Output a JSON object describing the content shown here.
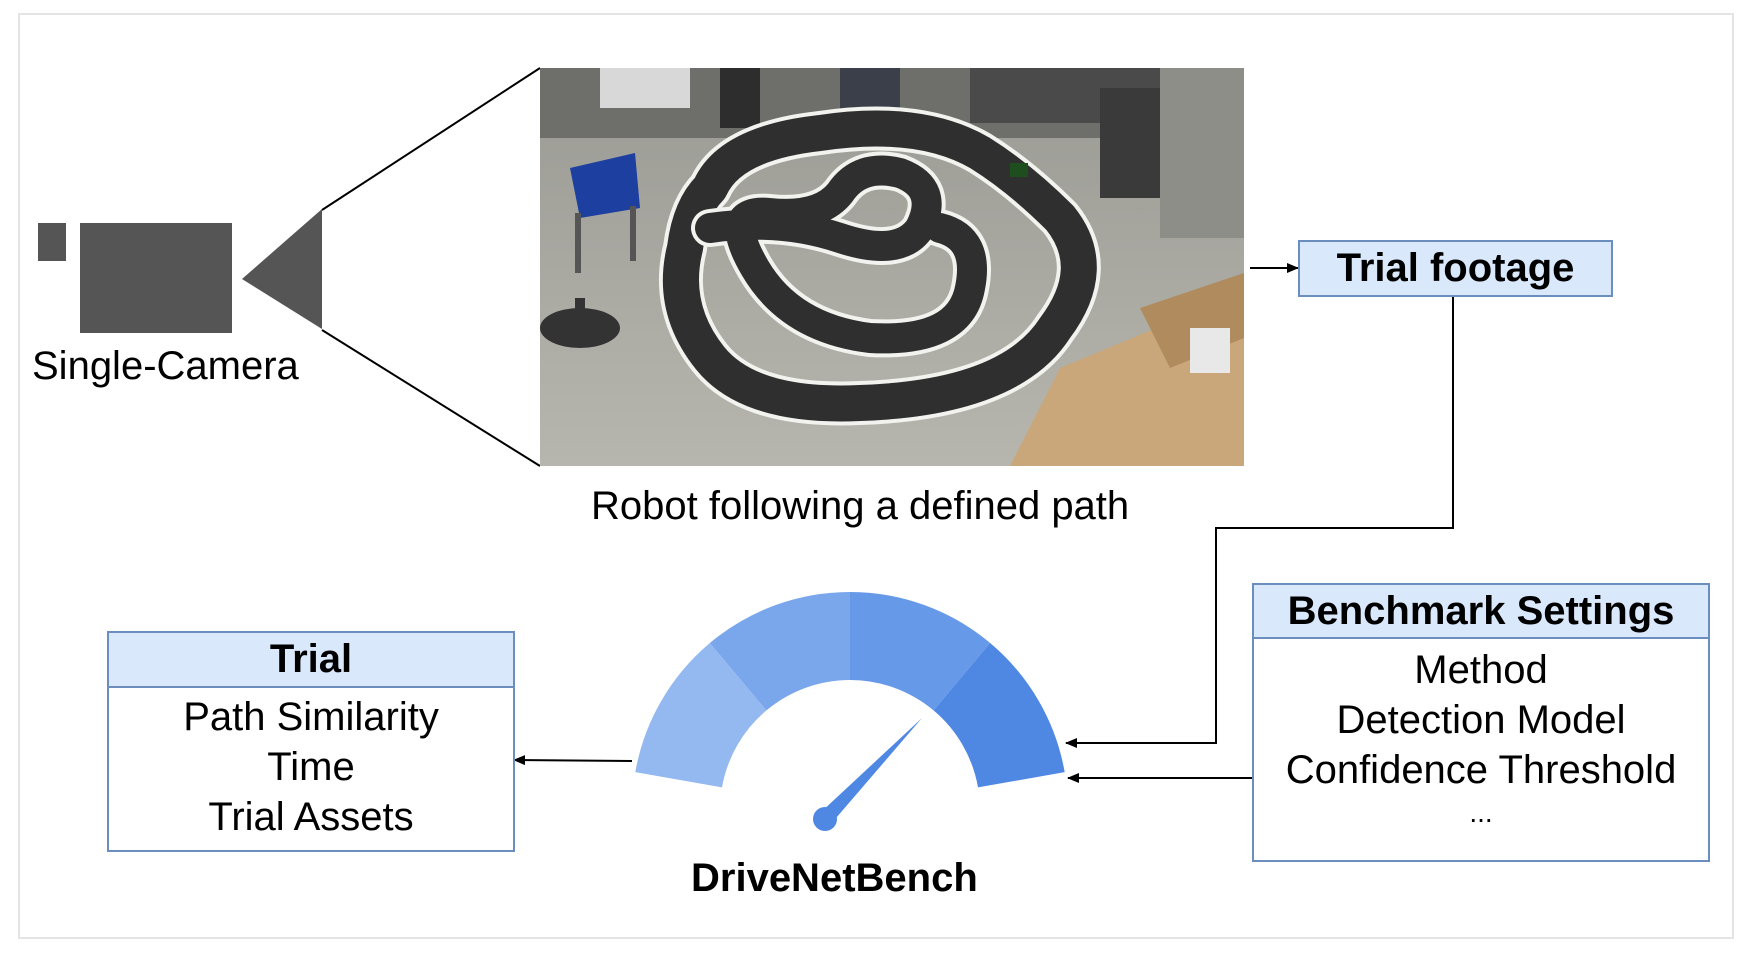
{
  "camera": {
    "label": "Single-Camera",
    "icon": "video-camera-icon",
    "color": "#555555"
  },
  "photo": {
    "caption": "Robot following a defined path",
    "subject": "robot-track-photo"
  },
  "footage": {
    "label": "Trial footage"
  },
  "settings": {
    "title": "Benchmark Settings",
    "items": [
      "Method",
      "Detection Model",
      "Confidence Threshold",
      "..."
    ]
  },
  "trial": {
    "title": "Trial",
    "items": [
      "Path Similarity",
      "Time",
      "Trial Assets"
    ]
  },
  "gauge": {
    "label": "DriveNetBench",
    "icon": "speedometer-icon",
    "segment_colors": [
      "#94b8f0",
      "#7aa6ec",
      "#6699e8",
      "#4f88e3"
    ]
  },
  "colors": {
    "box_border": "#6c8ebf",
    "box_header": "#dae8fc",
    "arrow": "#000000"
  }
}
